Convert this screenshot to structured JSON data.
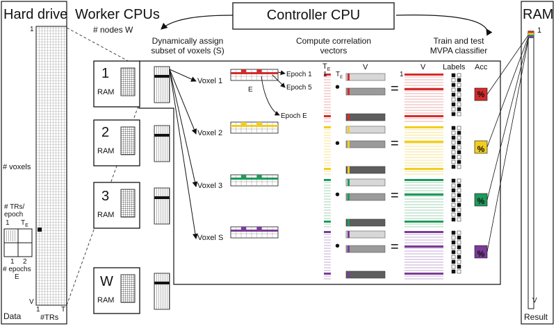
{
  "titles": {
    "hard_drive": "Hard drive",
    "worker_cpus": "Worker CPUs",
    "controller_cpu": "Controller CPU",
    "ram": "RAM"
  },
  "annotations": {
    "nodes": "# nodes W",
    "assign_line1": "Dynamically assign",
    "assign_line2": "subset of voxels (S)",
    "corr_line1": "Compute correlation",
    "corr_line2": "vectors",
    "train_line1": "Train and test",
    "train_line2": "MVPA classifier"
  },
  "hard_drive": {
    "top_index": "1",
    "voxels_label": "# voxels",
    "trs_epoch_line1": "# TRs/",
    "trs_epoch_line2": "epoch",
    "epoch_row_label": "1",
    "te_label": "T",
    "te_sub": "E",
    "epoch_col1": "1",
    "epoch_col2": "2",
    "epochs_label": "# epochs",
    "epochs_letter": "E",
    "v_label": "V",
    "x_start": "1",
    "x_end": "T",
    "trs_label": "#TRs",
    "data_label": "Data"
  },
  "workers": [
    {
      "id": "1",
      "ram": "RAM"
    },
    {
      "id": "2",
      "ram": "RAM"
    },
    {
      "id": "3",
      "ram": "RAM"
    },
    {
      "id": "W",
      "ram": "RAM"
    }
  ],
  "voxels": [
    {
      "label": "Voxel 1",
      "color": "#d42b2b",
      "light": "#f6d5d5",
      "acc": "%"
    },
    {
      "label": "Voxel 2",
      "color": "#f2cd1f",
      "light": "#fbf1c4",
      "acc": "%"
    },
    {
      "label": "Voxel 3",
      "color": "#1f9a5a",
      "light": "#cfe9da",
      "acc": "%"
    },
    {
      "label": "Voxel S",
      "color": "#7a3c97",
      "light": "#e2d4ea",
      "acc": "%"
    }
  ],
  "epochs": {
    "epoch1": "Epoch 1",
    "epoch5": "Epoch 5",
    "epochE": "Epoch E",
    "e_label": "E"
  },
  "columns": {
    "te": "T",
    "te_sub": "E",
    "v_head": "V",
    "v_head2": "V",
    "labels": "Labels",
    "acc": "Acc",
    "one_a": "1",
    "one_b": "1",
    "te_row": "T",
    "te_row_sub": "E",
    "dot": "•",
    "equals": "="
  },
  "ram_panel": {
    "top_index": "1",
    "v_label": "V",
    "result_label": "Result"
  }
}
